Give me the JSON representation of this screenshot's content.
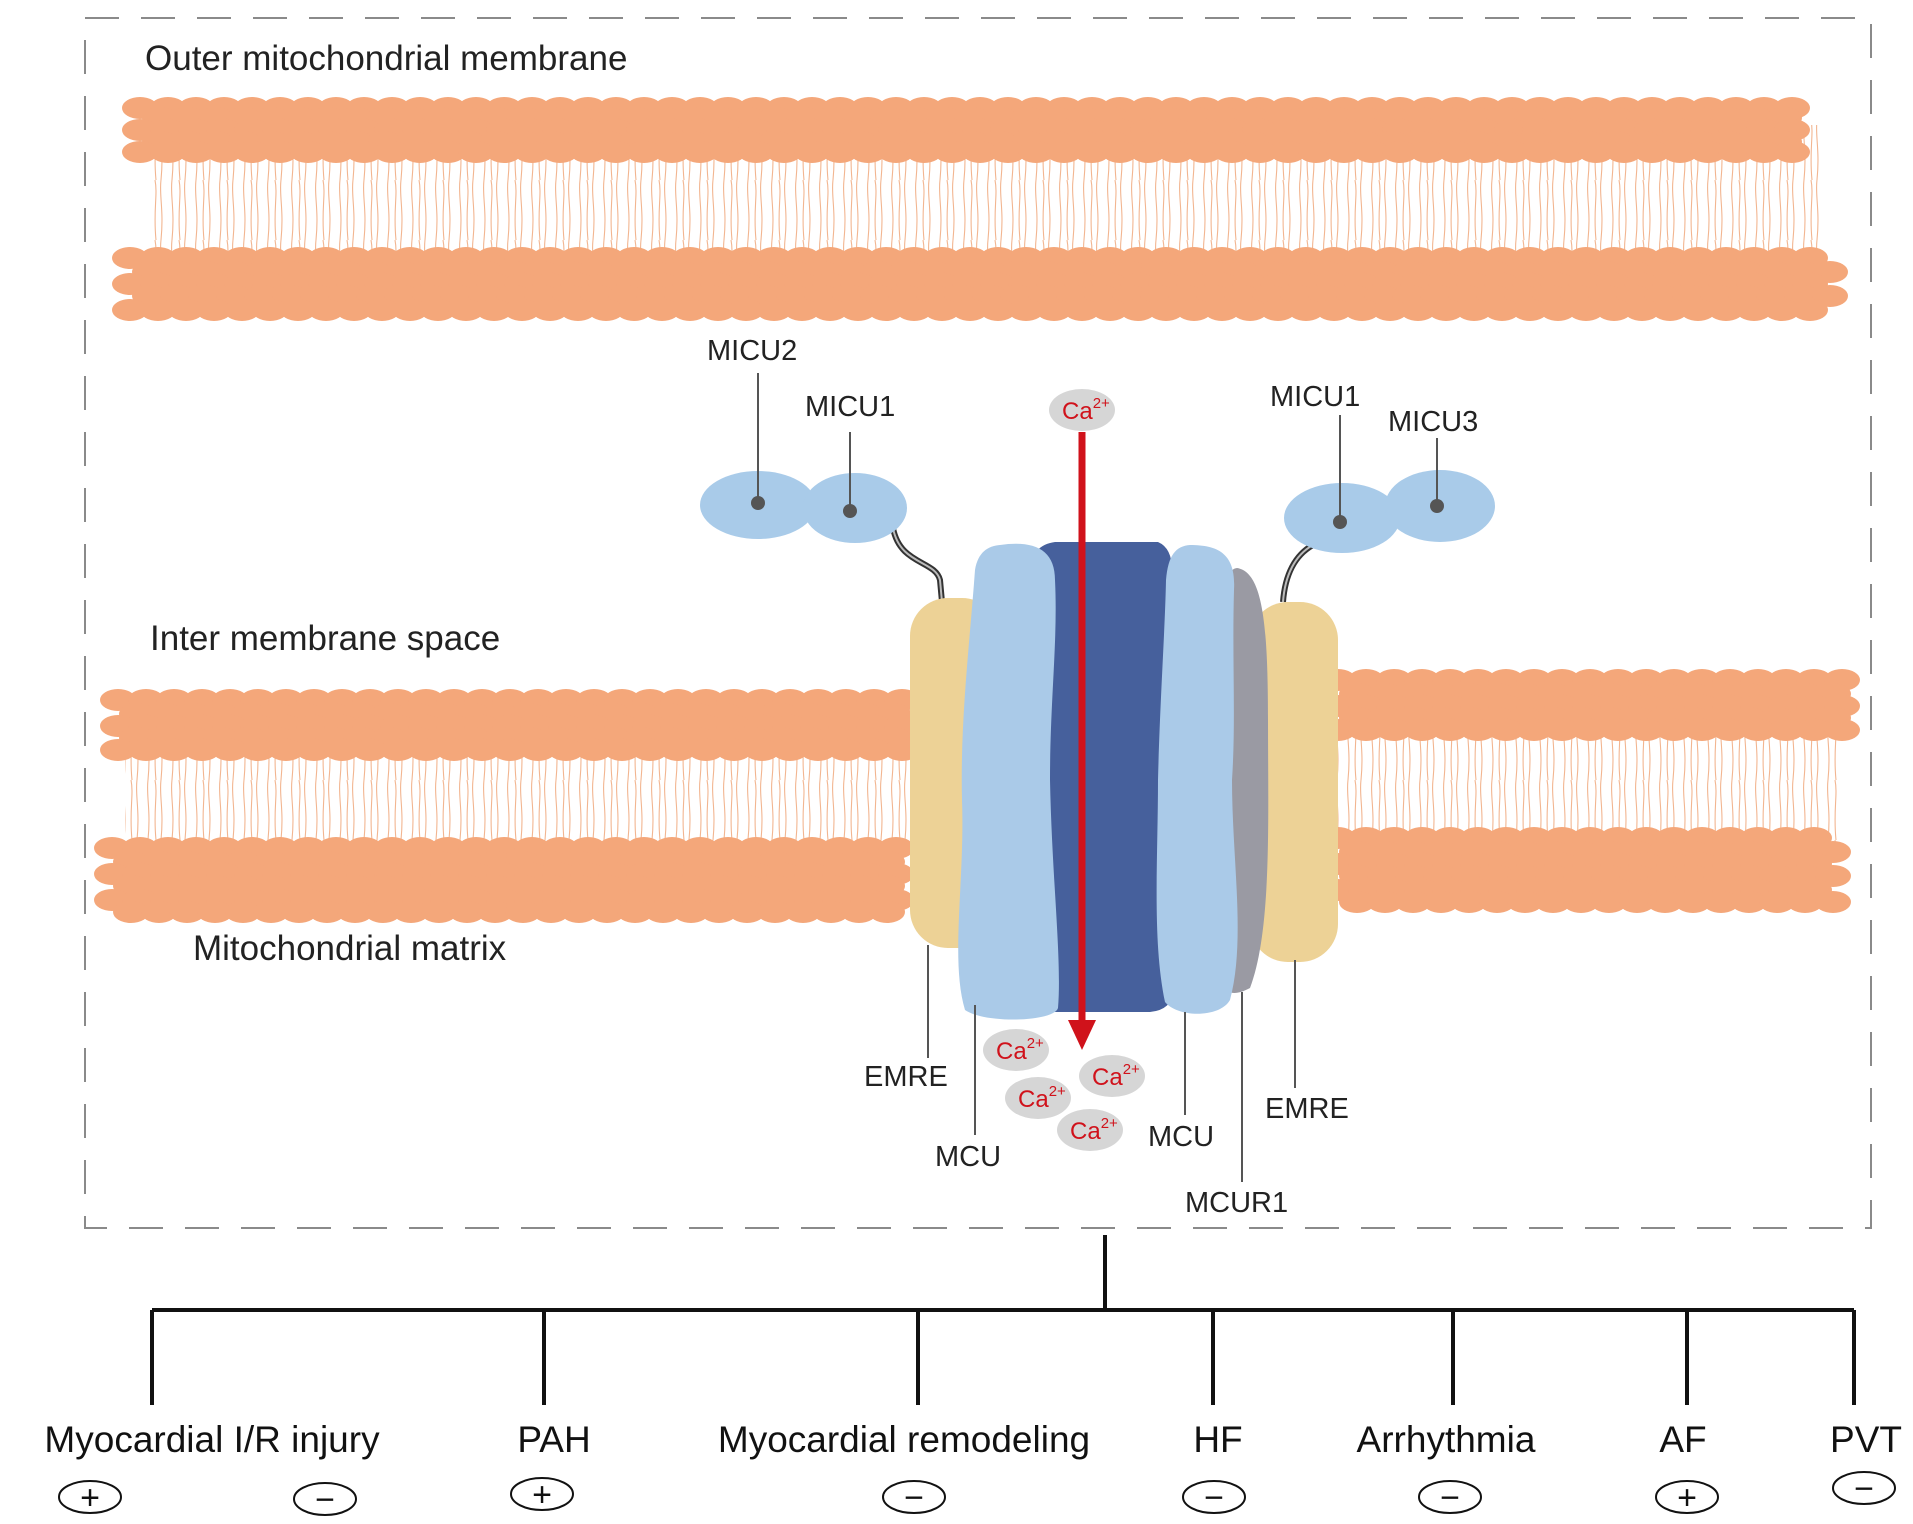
{
  "regions": {
    "outer": "Outer mitochondrial membrane",
    "inter": "Inter membrane space",
    "matrix": "Mitochondrial matrix"
  },
  "proteins": {
    "micu2_left": "MICU2",
    "micu1_left": "MICU1",
    "micu1_right": "MICU1",
    "micu3_right": "MICU3",
    "emre_left": "EMRE",
    "mcu_left": "MCU",
    "mcu_right": "MCU",
    "mcur1": "MCUR1",
    "emre_right": "EMRE"
  },
  "ion": {
    "base": "Ca",
    "charge": "2+"
  },
  "diseases": [
    {
      "label": "Myocardial I/R injury",
      "signs": [
        "+",
        "−"
      ]
    },
    {
      "label": "PAH",
      "signs": [
        "+"
      ]
    },
    {
      "label": "Myocardial remodeling",
      "signs": [
        "−"
      ]
    },
    {
      "label": "HF",
      "signs": [
        "−"
      ]
    },
    {
      "label": "Arrhythmia",
      "signs": [
        "−"
      ]
    },
    {
      "label": "AF",
      "signs": [
        "+"
      ]
    },
    {
      "label": "PVT",
      "signs": [
        "−"
      ]
    }
  ],
  "colors": {
    "lipid": "#F4A77A",
    "lipid_tail": "#F2B590",
    "micu": "#A9CBE9",
    "mcu": "#AACAE8",
    "mcu_core": "#46609C",
    "emre": "#EDD296",
    "mcur1": "#9A9AA3",
    "arrow": "#D0121B",
    "ion_bubble": "#D6D6D6",
    "ion_text": "#D0121B"
  }
}
